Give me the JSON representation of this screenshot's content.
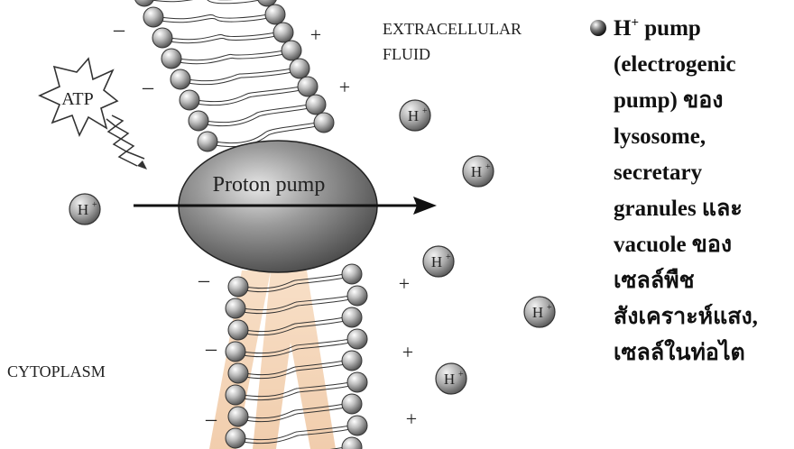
{
  "diagram": {
    "extracellular_label_line1": "EXTRACELLULAR",
    "extracellular_label_line2": "FLUID",
    "cytoplasm_label": "CYTOPLASM",
    "atp_label": "ATP",
    "proton_pump_label": "Proton pump",
    "ion_label": "H",
    "ion_charge": "+",
    "minus_sign": "–",
    "plus_sign": "+"
  },
  "description": {
    "heading_symbol": "H",
    "heading_superscript": "+",
    "heading_rest": " pump",
    "lines": [
      "(electrogenic",
      "pump) ของ",
      "lysosome,",
      "secretary",
      "granules และ",
      "vacuole ของ",
      "เซลล์พืช",
      "สังเคราะห์แสง,",
      "เซลล์ในท่อไต"
    ]
  },
  "colors": {
    "membrane_ball": "#8a8a8a",
    "pump_body": "#6e6e6e",
    "watermark": "#e9b98a",
    "text": "#111111"
  }
}
